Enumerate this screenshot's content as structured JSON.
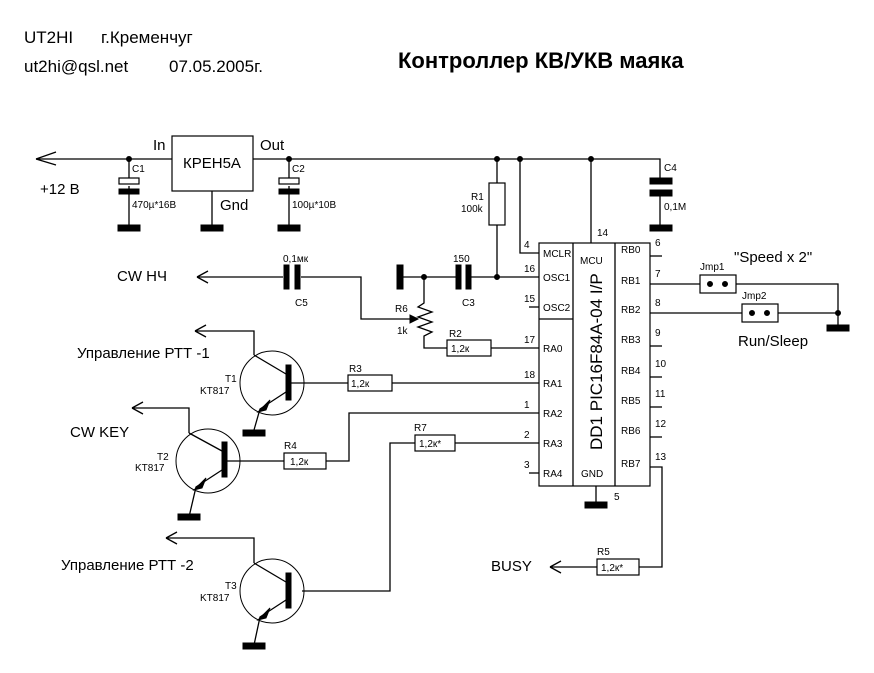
{
  "header": {
    "callsign": "UT2HI",
    "city": "г.Кременчуг",
    "email": "ut2hi@qsl.net",
    "date": "07.05.2005г.",
    "title": "Контроллер КВ/УКВ маяка"
  },
  "power": {
    "input_label": "+12 В",
    "regulator": {
      "name": "КРЕН5А",
      "in": "In",
      "out": "Out",
      "gnd": "Gnd"
    },
    "c1": {
      "ref": "C1",
      "value": "470µ*16В"
    },
    "c2": {
      "ref": "C2",
      "value": "100µ*10В"
    },
    "c4": {
      "ref": "C4",
      "value": "0,1M"
    },
    "r1": {
      "ref": "R1",
      "value": "100k"
    }
  },
  "mcu": {
    "ref_part": "DD1  PIC16F84A-04 I/P",
    "center_top": "MCU",
    "center_bottom": "GND",
    "vdd_pin": "14",
    "gnd_pin": "5",
    "left_pins": [
      {
        "num": "4",
        "name": "MCLR"
      },
      {
        "num": "16",
        "name": "OSC1"
      },
      {
        "num": "15",
        "name": "OSC2"
      },
      {
        "num": "17",
        "name": "RA0"
      },
      {
        "num": "18",
        "name": "RA1"
      },
      {
        "num": "1",
        "name": "RA2"
      },
      {
        "num": "2",
        "name": "RA3"
      },
      {
        "num": "3",
        "name": "RA4"
      }
    ],
    "right_pins": [
      {
        "num": "6",
        "name": "RB0"
      },
      {
        "num": "7",
        "name": "RB1"
      },
      {
        "num": "8",
        "name": "RB2"
      },
      {
        "num": "9",
        "name": "RB3"
      },
      {
        "num": "10",
        "name": "RB4"
      },
      {
        "num": "11",
        "name": "RB5"
      },
      {
        "num": "12",
        "name": "RB6"
      },
      {
        "num": "13",
        "name": "RB7"
      }
    ]
  },
  "osc": {
    "c3": {
      "ref": "C3",
      "value": "150"
    },
    "c5": {
      "ref": "C5",
      "value": "0,1мк"
    },
    "r6": {
      "ref": "R6",
      "value": "1k"
    },
    "r2": {
      "ref": "R2",
      "value": "1,2к"
    },
    "cw_lf_label": "CW НЧ"
  },
  "jumpers": {
    "jmp1": "Jmp1",
    "jmp1_label": "\"Speed  x 2\"",
    "jmp2": "Jmp2",
    "jmp2_label": "Run/Sleep"
  },
  "outputs": {
    "ptt1_label": "Управление  РТТ -1",
    "cwkey_label": "CW KEY",
    "ptt2_label": "Управление  РТТ -2",
    "busy_label": "BUSY",
    "t1": {
      "ref": "T1",
      "part": "KT817"
    },
    "t2": {
      "ref": "T2",
      "part": "KT817"
    },
    "t3": {
      "ref": "T3",
      "part": "KT817"
    },
    "r3": {
      "ref": "R3",
      "value": "1,2к"
    },
    "r4": {
      "ref": "R4",
      "value": "1,2к"
    },
    "r5": {
      "ref": "R5",
      "value": "1,2к*"
    },
    "r7": {
      "ref": "R7",
      "value": "1,2к*"
    }
  }
}
